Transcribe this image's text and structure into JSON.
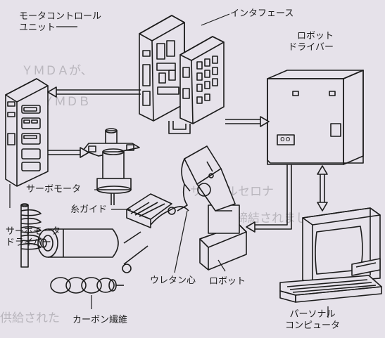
{
  "labels": {
    "motor_control_unit_line1": "モータコントロール",
    "motor_control_unit_line2": "ユニット",
    "interface": "インタフェース",
    "robot_driver_line1": "ロボット",
    "robot_driver_line2": "ドライバー",
    "servo_motor": "サーボモータ",
    "yarn_guide": "糸ガイド",
    "servo_motor_driver_line1": "サーボモータ",
    "servo_motor_driver_line2": "ドライバー",
    "urethane_core": "ウレタン心",
    "robot": "ロボット",
    "carbon_fiber": "カーボン繊維",
    "personal_computer_line1": "パーソナル",
    "personal_computer_line2": "コンピュータ"
  },
  "robot_driver_panel": {
    "indicator_text": "oo"
  },
  "colors": {
    "background": "#e6e2ea",
    "line": "#1c1c1c",
    "bleed_text": "#b9b6bd"
  }
}
